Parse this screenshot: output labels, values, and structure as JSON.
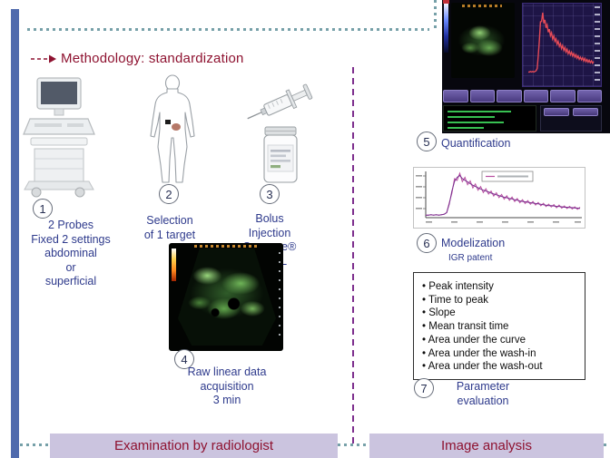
{
  "title": "Methodology: standardization",
  "steps": {
    "one": {
      "num": "1",
      "caption": "2 Probes\nFixed 2 settings\nabdominal\nor\nsuperficial"
    },
    "two": {
      "num": "2",
      "caption": "Selection\nof 1 target"
    },
    "three": {
      "num": "3",
      "caption": "Bolus\nInjection\nSonovue®\n4.8 mL"
    },
    "four": {
      "num": "4",
      "caption": "Raw linear data\nacquisition\n3 min"
    },
    "five": {
      "num": "5",
      "caption": "Quantification"
    },
    "six": {
      "num": "6",
      "caption": "Modelization",
      "subcaption": "IGR patent"
    },
    "seven": {
      "num": "7",
      "caption": "Parameter\nevaluation"
    }
  },
  "parameters": [
    "Peak intensity",
    "Time to peak",
    "Slope",
    "Mean transit time",
    "Area under the curve",
    "Area under the wash-in",
    "Area under the wash-out"
  ],
  "footer": {
    "left": "Examination by radiologist",
    "right": "Image analysis"
  },
  "colors": {
    "accent_blue": "#2e3a8c",
    "accent_red": "#8e1230",
    "footer_bg": "#cbc4df",
    "separator_purple": "#7d2e8d",
    "sidebar_blue": "#4f6aad",
    "dotted_teal": "#76a0a8"
  },
  "chart_data": {
    "type": "line",
    "values": [
      4,
      4,
      5,
      4,
      5,
      4,
      5,
      6,
      10,
      30,
      62,
      85,
      95,
      100,
      92,
      88,
      84,
      80,
      76,
      73,
      70,
      67,
      64,
      62,
      60,
      57,
      55,
      53,
      51,
      49,
      47,
      46,
      44,
      43,
      41,
      40,
      38,
      37,
      36,
      35,
      34,
      33,
      32,
      31,
      30,
      29,
      28,
      27,
      27,
      26,
      25,
      25,
      24,
      23,
      23,
      22,
      22,
      21,
      21,
      20
    ]
  }
}
